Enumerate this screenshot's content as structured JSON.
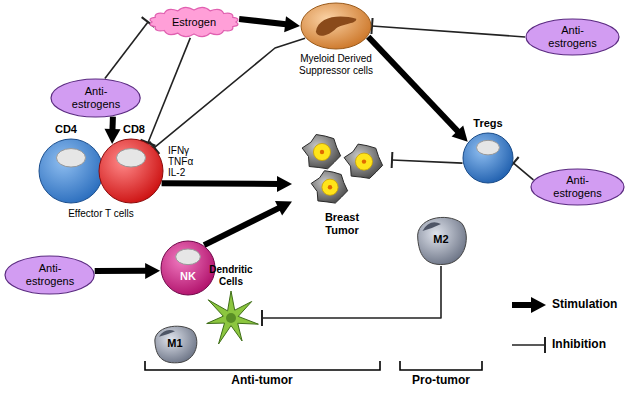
{
  "diagram": {
    "nodes": [
      {
        "text": [
          "Estrogen"
        ]
      },
      {
        "text": [
          "Myeloid Derived Suppressor cells"
        ]
      },
      {
        "text": [
          "Anti- estrogens"
        ]
      },
      {
        "text": [
          "Anti- estrogens"
        ]
      },
      {
        "text": [
          "Tregs"
        ]
      },
      {
        "text": [
          "CD4"
        ]
      },
      {
        "text": [
          "CD8"
        ]
      },
      {
        "text": [
          "Breast Tumor"
        ]
      },
      {
        "text": [
          "Anti- estrogens"
        ]
      },
      {
        "text": [
          "M2"
        ]
      },
      {
        "text": [
          "Anti- estrogens"
        ]
      },
      {
        "text": [
          "NK"
        ]
      },
      {
        "text": [
          "Dendritic Cells"
        ]
      },
      {
        "text": [
          "M1"
        ]
      }
    ],
    "edges": [
      {
        "from": 0,
        "to": 1,
        "arrow": "to"
      },
      {
        "from": 2,
        "to": 1,
        "arrow": "to"
      },
      {
        "from": 3,
        "to": 0,
        "arrow": "to"
      },
      {
        "from": 0,
        "to": 6,
        "arrow": "to"
      },
      {
        "from": 3,
        "to": 6,
        "arrow": "to"
      },
      {
        "from": 1,
        "to": 6,
        "arrow": "to"
      },
      {
        "from": 1,
        "to": 4,
        "arrow": "to"
      },
      {
        "from": 6,
        "to": 7,
        "arrow": "to"
      },
      {
        "from": 4,
        "to": 7,
        "arrow": "to"
      },
      {
        "from": 8,
        "to": 4,
        "arrow": "to"
      },
      {
        "from": 10,
        "to": 11,
        "arrow": "to"
      },
      {
        "from": 11,
        "to": 7,
        "arrow": "to"
      },
      {
        "from": 9,
        "to": 12,
        "arrow": "to"
      }
    ],
    "labels": [
      "IFNγ",
      "TNFα",
      "IL-2",
      "Effector T cells",
      "Anti-tumor",
      "Pro-tumor"
    ],
    "legend": [
      {
        "text": "Stimulation"
      },
      {
        "text": "Inhibition"
      }
    ]
  }
}
